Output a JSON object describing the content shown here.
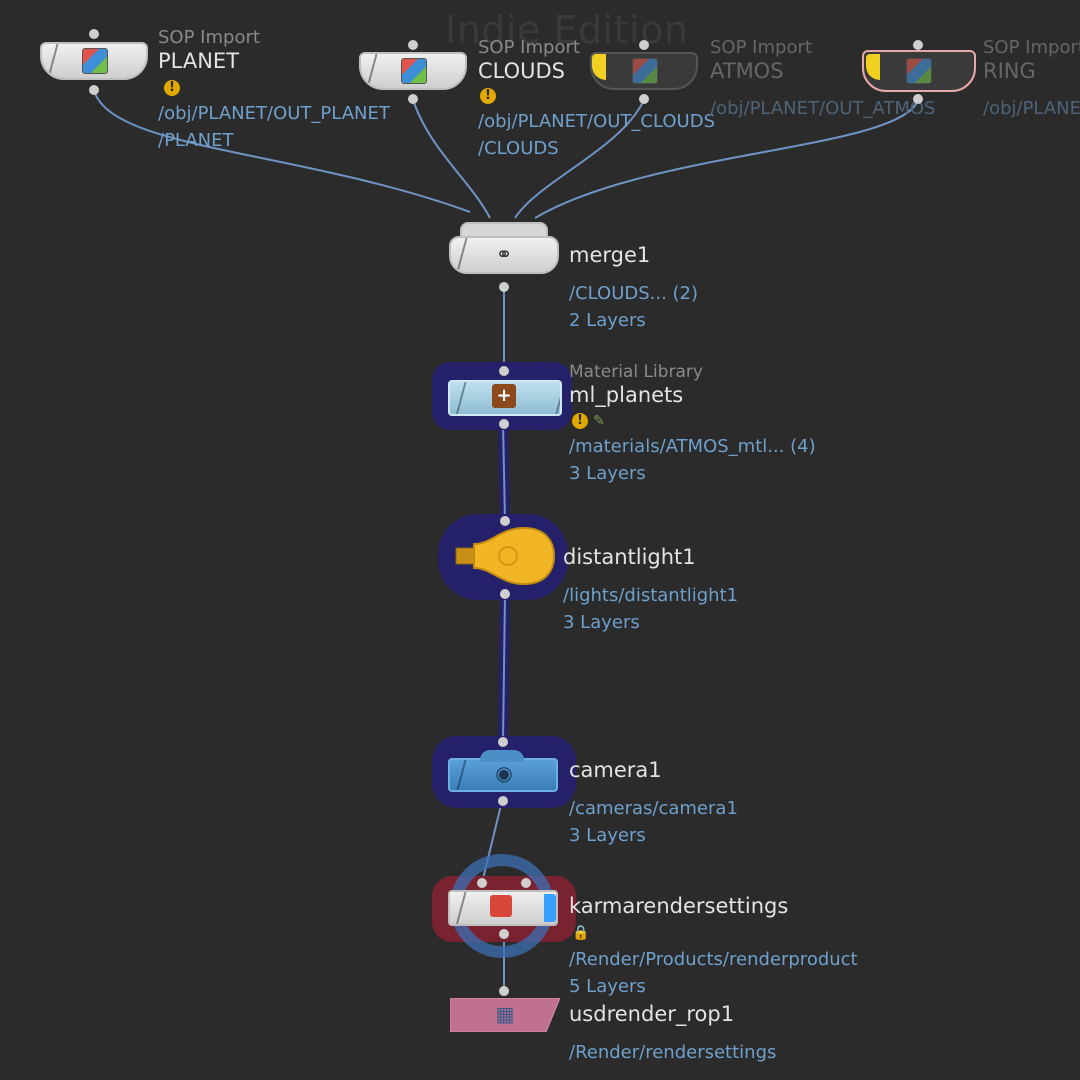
{
  "watermark": "Indie Edition",
  "nodes": {
    "planet": {
      "type": "SOP Import",
      "name": "PLANET",
      "path": "/obj/PLANET/OUT_PLANET",
      "sub": "/PLANET"
    },
    "clouds": {
      "type": "SOP Import",
      "name": "CLOUDS",
      "path": "/obj/PLANET/OUT_CLOUDS",
      "sub": "/CLOUDS"
    },
    "atmos": {
      "type": "SOP Import",
      "name": "ATMOS",
      "path": "/obj/PLANET/OUT_ATMOS"
    },
    "ring": {
      "type": "SOP Import",
      "name": "RING",
      "path": "/obj/PLANE"
    },
    "merge": {
      "name": "merge1",
      "path": "/CLOUDS... (2)",
      "layers": "2 Layers"
    },
    "matlib": {
      "type": "Material Library",
      "name": "ml_planets",
      "path": "/materials/ATMOS_mtl... (4)",
      "layers": "3 Layers"
    },
    "light": {
      "name": "distantlight1",
      "path": "/lights/distantlight1",
      "layers": "3 Layers"
    },
    "camera": {
      "name": "camera1",
      "path": "/cameras/camera1",
      "layers": "3 Layers"
    },
    "karma": {
      "name": "karmarendersettings",
      "path": "/Render/Products/renderproduct",
      "layers": "5 Layers"
    },
    "rop": {
      "name": "usdrender_rop1",
      "path": "/Render/rendersettings"
    }
  },
  "warning_glyph": "!",
  "colors": {
    "background": "#2b2b2b",
    "wire": "#6f93c4",
    "selection_halo": "#24206a",
    "matlib_node": "#a9cfe0",
    "light_node": "#f2b526",
    "camera_node": "#4a8fc7",
    "rop_node": "#c07090",
    "karma_highlight": "#7a2330",
    "karma_ring": "#3c6fb4",
    "display_flag": "#3aa0ff",
    "bypass_flag": "#f0d020"
  },
  "icons": {
    "sop_import": "cube-icon",
    "merge": "merge-icon",
    "matlib": "material-icon",
    "light": "lightbulb-icon",
    "camera": "camera-icon",
    "karma": "karma-icon",
    "rop": "render-icon",
    "lock": "lock-icon",
    "warning": "warning-icon"
  }
}
